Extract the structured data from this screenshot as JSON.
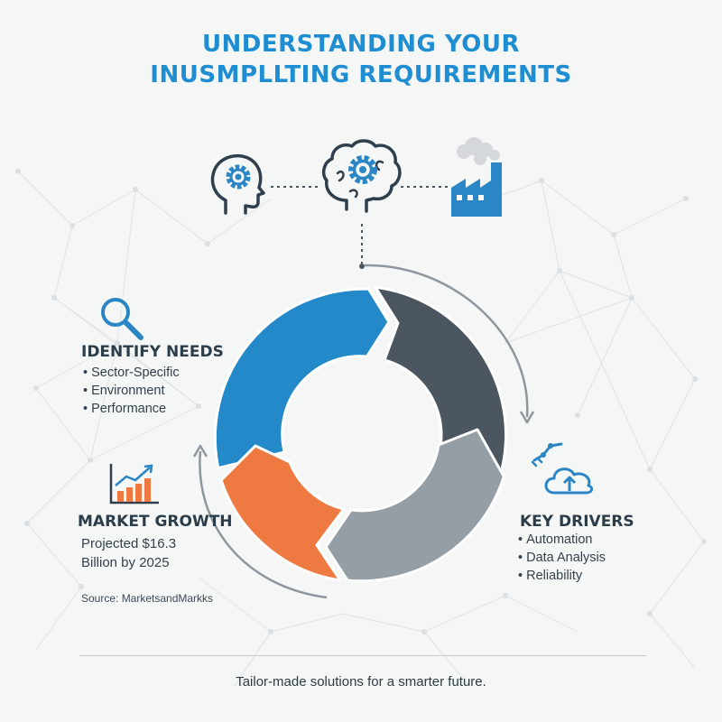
{
  "title": {
    "line1": "UNDERSTANDING YOUR",
    "line2": "INUSMPLLTING REQUIREMENTS"
  },
  "colors": {
    "title": "#1f8dd1",
    "segment_blue": "#2389c9",
    "segment_dark": "#4b5660",
    "segment_gray": "#959ea4",
    "segment_orange": "#ef7a41",
    "icon_blue": "#2b86c5",
    "icon_dark": "#2f3f4c"
  },
  "icons": {
    "left": "head-with-gear-icon",
    "center": "brain-with-gear-icon",
    "right": "factory-icon",
    "needs": "magnifier-icon",
    "growth": "bar-chart-growth-icon",
    "drivers": "robot-arm-cloud-icon"
  },
  "identify": {
    "heading": "IDENTIFY NEEDS",
    "items": [
      "Sector-Specific",
      "Environment",
      "Performance"
    ]
  },
  "market": {
    "heading": "MARKET GROWTH",
    "line1": "Projected $16.3",
    "line2": "Billion by 2025",
    "source": "Source: MarketsandMarkks"
  },
  "drivers": {
    "heading": "KEY DRIVERS",
    "items": [
      "Automation",
      "Data Analysis",
      "Reliability"
    ]
  },
  "footer": "Tailor-made solutions for a smarter future."
}
